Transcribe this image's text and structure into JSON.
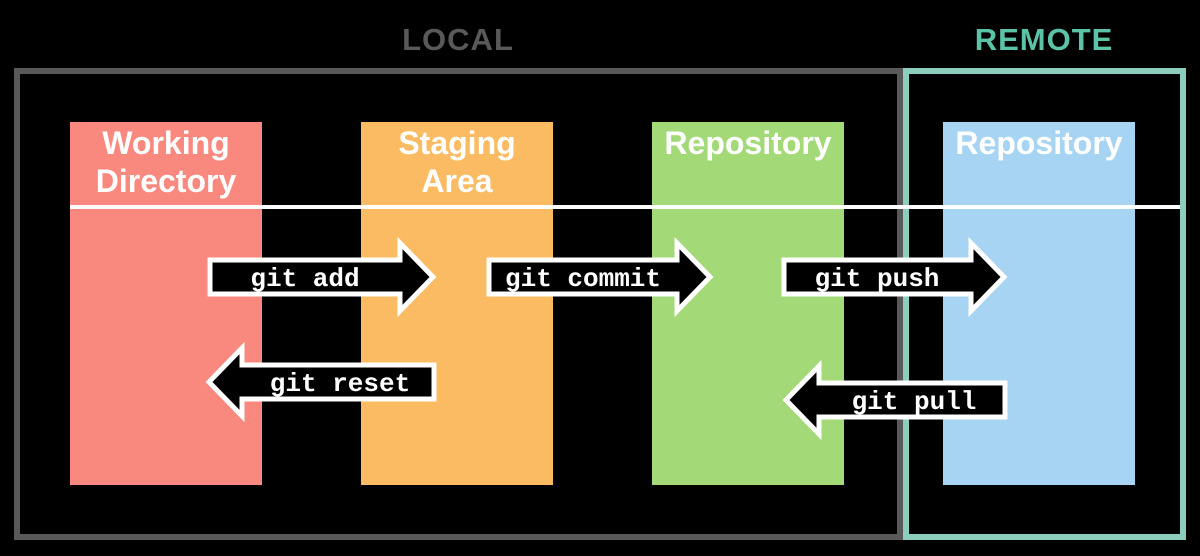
{
  "diagram": {
    "background": "#000000",
    "zones": [
      {
        "id": "local",
        "label": "LOCAL",
        "text_color": "#595959",
        "border_color": "#595959"
      },
      {
        "id": "remote",
        "label": "REMOTE",
        "text_color": "#5BC4A8",
        "border_color": "#8CCEBD"
      }
    ],
    "columns": [
      {
        "id": "working-directory",
        "zone": "local",
        "label": "Working Directory",
        "color": "#F9897E"
      },
      {
        "id": "staging-area",
        "zone": "local",
        "label": "Staging Area",
        "color": "#FABB62"
      },
      {
        "id": "local-repository",
        "zone": "local",
        "label": "Repository",
        "color": "#A3D977"
      },
      {
        "id": "remote-repository",
        "zone": "remote",
        "label": "Repository",
        "color": "#A6D4F2"
      }
    ],
    "divider_color": "#FFFFFF",
    "commands": [
      {
        "id": "git-add",
        "label": "git add",
        "direction": "right",
        "from": "working-directory",
        "to": "staging-area"
      },
      {
        "id": "git-commit",
        "label": "git commit",
        "direction": "right",
        "from": "staging-area",
        "to": "local-repository"
      },
      {
        "id": "git-push",
        "label": "git push",
        "direction": "right",
        "from": "local-repository",
        "to": "remote-repository"
      },
      {
        "id": "git-reset",
        "label": "git reset",
        "direction": "left",
        "from": "staging-area",
        "to": "working-directory"
      },
      {
        "id": "git-pull",
        "label": "git pull",
        "direction": "left",
        "from": "remote-repository",
        "to": "local-repository"
      }
    ],
    "arrow_style": {
      "fill": "#000000",
      "stroke": "#FFFFFF",
      "text_color": "#FFFFFF"
    }
  }
}
